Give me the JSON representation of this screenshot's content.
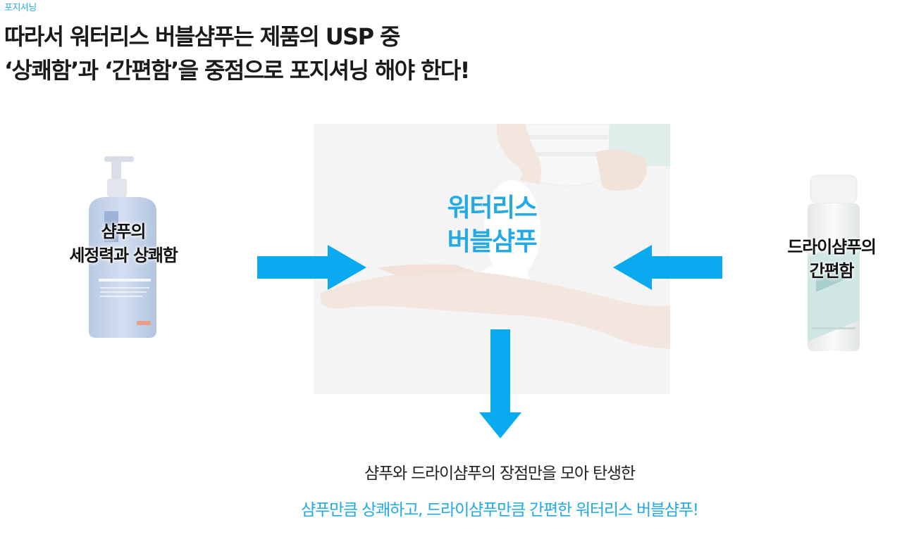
{
  "header": {
    "section_label": "포지셔닝",
    "headline_line1": "따라서 워터리스 버블샴푸는 제품의 USP 중",
    "headline_line2": "‘상쾌함’과 ‘간편함’을 중점으로 포지셔닝 해야 한다!"
  },
  "left_product": {
    "caption_line1": "샴푸의",
    "caption_line2": "세정력과 상쾌함"
  },
  "center_product": {
    "title_line1": "워터리스",
    "title_line2": "버블샴푸"
  },
  "right_product": {
    "caption_line1": "드라이샴푸의",
    "caption_line2": "간편함"
  },
  "bottom": {
    "line1": "샴푸와 드라이샴푸의 장점만을 모아 탄생한",
    "line2": "샴푸만큼 상쾌하고, 드라이샴푸만큼 간편한 워터리스 버블샴푸!"
  },
  "colors": {
    "accent": "#23aae6",
    "arrow": "#0aaaf0",
    "text": "#222222"
  }
}
